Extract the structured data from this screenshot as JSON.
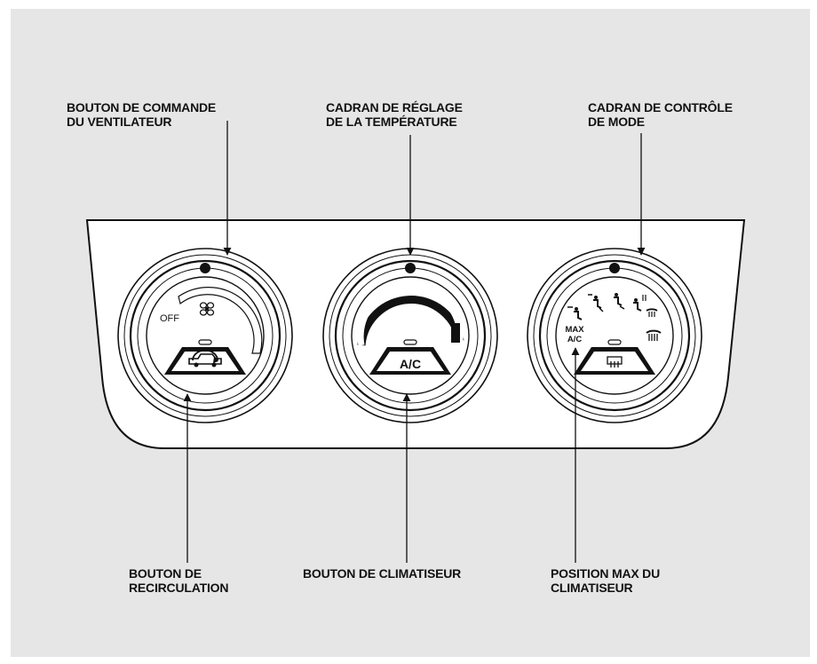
{
  "labels": {
    "fan_control": [
      "BOUTON DE COMMANDE",
      "DU VENTILATEUR"
    ],
    "temperature_dial": [
      "CADRAN DE RÉGLAGE",
      "DE LA TEMPÉRATURE"
    ],
    "mode_dial": [
      "CADRAN DE CONTRÔLE",
      "DE MODE"
    ],
    "recirculation": [
      "BOUTON DE",
      "RECIRCULATION"
    ],
    "ac_button_label": [
      "BOUTON DE CLIMATISEUR"
    ],
    "max_ac_position": [
      "POSITION MAX DU",
      "CLIMATISEUR"
    ]
  },
  "dials": {
    "fan": {
      "off_text": "OFF"
    },
    "temperature": {
      "button_text": "A/C"
    },
    "mode": {
      "max_text": "MAX",
      "ac_text": "A/C"
    }
  },
  "colors": {
    "background": "#e6e6e6",
    "panel": "#ffffff",
    "line": "#111111"
  }
}
